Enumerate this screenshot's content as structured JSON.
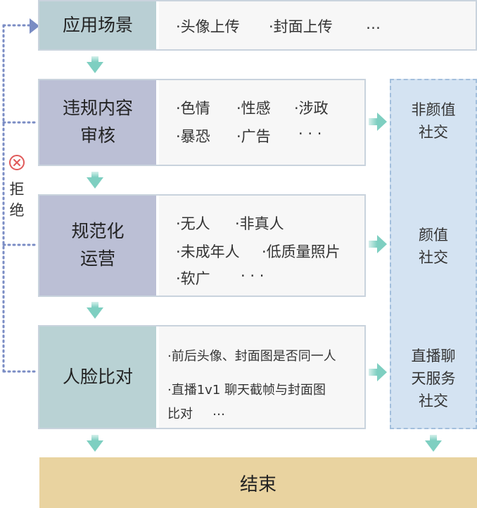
{
  "stages": [
    {
      "title_lines": [
        "应用场景"
      ],
      "items": [
        "·头像上传",
        "·封面上传",
        "…"
      ]
    },
    {
      "title_lines": [
        "违规内容",
        "审核"
      ],
      "items": [
        "·色情",
        "·性感",
        "·涉政",
        "·暴恐",
        "·广告",
        "· · ·"
      ]
    },
    {
      "title_lines": [
        "规范化",
        "运营"
      ],
      "items": [
        "·无人",
        "·非真人",
        "·未成年人",
        "·低质量照片",
        "·软广",
        "· · ·"
      ]
    },
    {
      "title_lines": [
        "人脸比对"
      ],
      "items": [
        "·前后头像、封面图是否同一人",
        "·直播1v1 聊天截帧与封面图",
        "比对",
        "…"
      ]
    }
  ],
  "social": [
    {
      "lines": [
        "非颜值",
        "社交"
      ]
    },
    {
      "lines": [
        "颜值",
        "社交"
      ]
    },
    {
      "lines": [
        "直播聊",
        "天服务",
        "社交"
      ]
    }
  ],
  "reject": {
    "icon": "reject-icon",
    "lines": [
      "拒",
      "绝"
    ]
  },
  "end": {
    "label": "结束"
  },
  "colors": {
    "stage1_head": "#b9cfd4",
    "stage2_head": "#bbbfd5",
    "stage3_head": "#bbbfd5",
    "stage4_head": "#b9d2d4",
    "body_bg": "#f7f7f7",
    "social_bg": "#d4e3f2",
    "arrow": "#8ed3c8",
    "end_bg": "#e9d3a0",
    "dotted": "#7a8cc4",
    "reject_red": "#e05a5a"
  }
}
